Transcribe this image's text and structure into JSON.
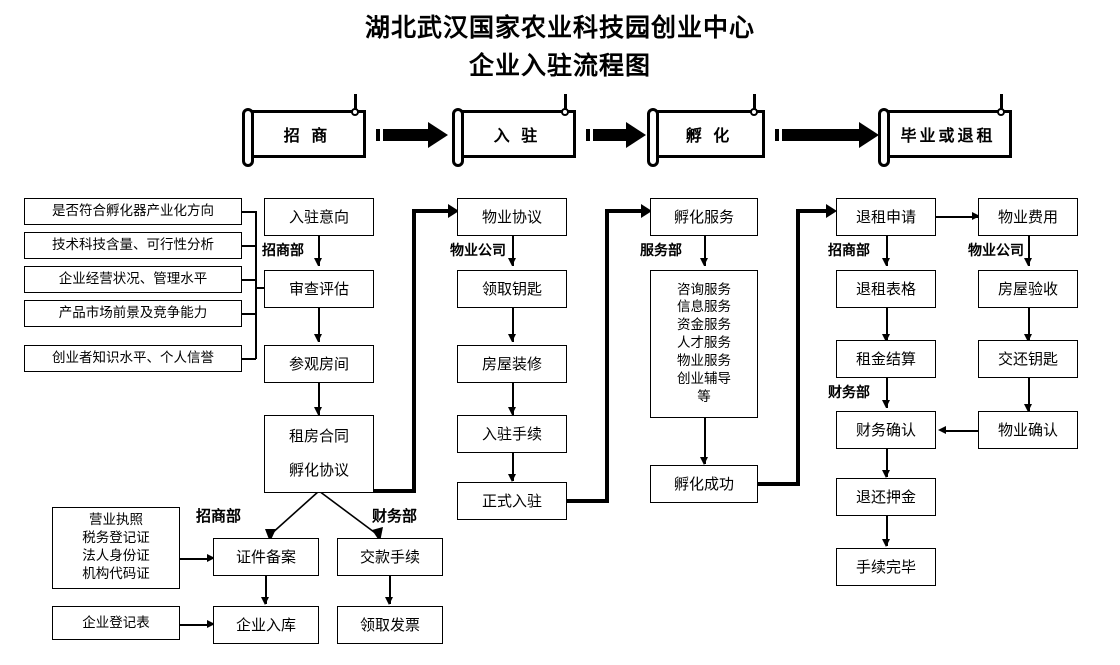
{
  "title": {
    "line1": "湖北武汉国家农业科技园创业中心",
    "line2": "企业入驻流程图"
  },
  "stages": [
    {
      "label": "招    商"
    },
    {
      "label": "入    驻"
    },
    {
      "label": "孵    化"
    },
    {
      "label": "毕业或退租"
    }
  ],
  "criteria": {
    "items": [
      "是否符合孵化器产业化方向",
      "技术科技含量、可行性分析",
      "企业经营状况、管理水平",
      "产品市场前景及竞争能力",
      "创业者知识水平、个人信誉"
    ]
  },
  "columns": {
    "attract": {
      "dept": "招商部",
      "boxes": [
        "入驻意向",
        "审查评估",
        "参观房间"
      ],
      "contract": {
        "line1": "租房合同",
        "line2": "孵化协议"
      }
    },
    "property": {
      "dept": "物业公司",
      "boxes": [
        "物业协议",
        "领取钥匙",
        "房屋装修",
        "入驻手续",
        "正式入驻"
      ]
    },
    "incubate": {
      "dept": "服务部",
      "head": "孵化服务",
      "services": [
        "咨询服务",
        "信息服务",
        "资金服务",
        "人才服务",
        "物业服务",
        "创业辅导",
        "等"
      ],
      "tail": "孵化成功"
    },
    "exit_finance": {
      "dept1": "招商部",
      "dept2": "财务部",
      "boxes": [
        "退租申请",
        "退租表格",
        "租金结算",
        "财务确认",
        "退还押金",
        "手续完毕"
      ]
    },
    "exit_property": {
      "dept": "物业公司",
      "boxes": [
        "物业费用",
        "房屋验收",
        "交还钥匙",
        "物业确认"
      ]
    }
  },
  "bottom": {
    "dept_left": "招商部",
    "dept_right": "财务部",
    "documents": [
      "营业执照",
      "税务登记证",
      "法人身份证",
      "机构代码证"
    ],
    "registration_form": "企业登记表",
    "filing": "证件备案",
    "enterprise_db": "企业入库",
    "payment": "交款手续",
    "invoice": "领取发票"
  },
  "colors": {
    "ink": "#000000",
    "paper": "#ffffff"
  }
}
